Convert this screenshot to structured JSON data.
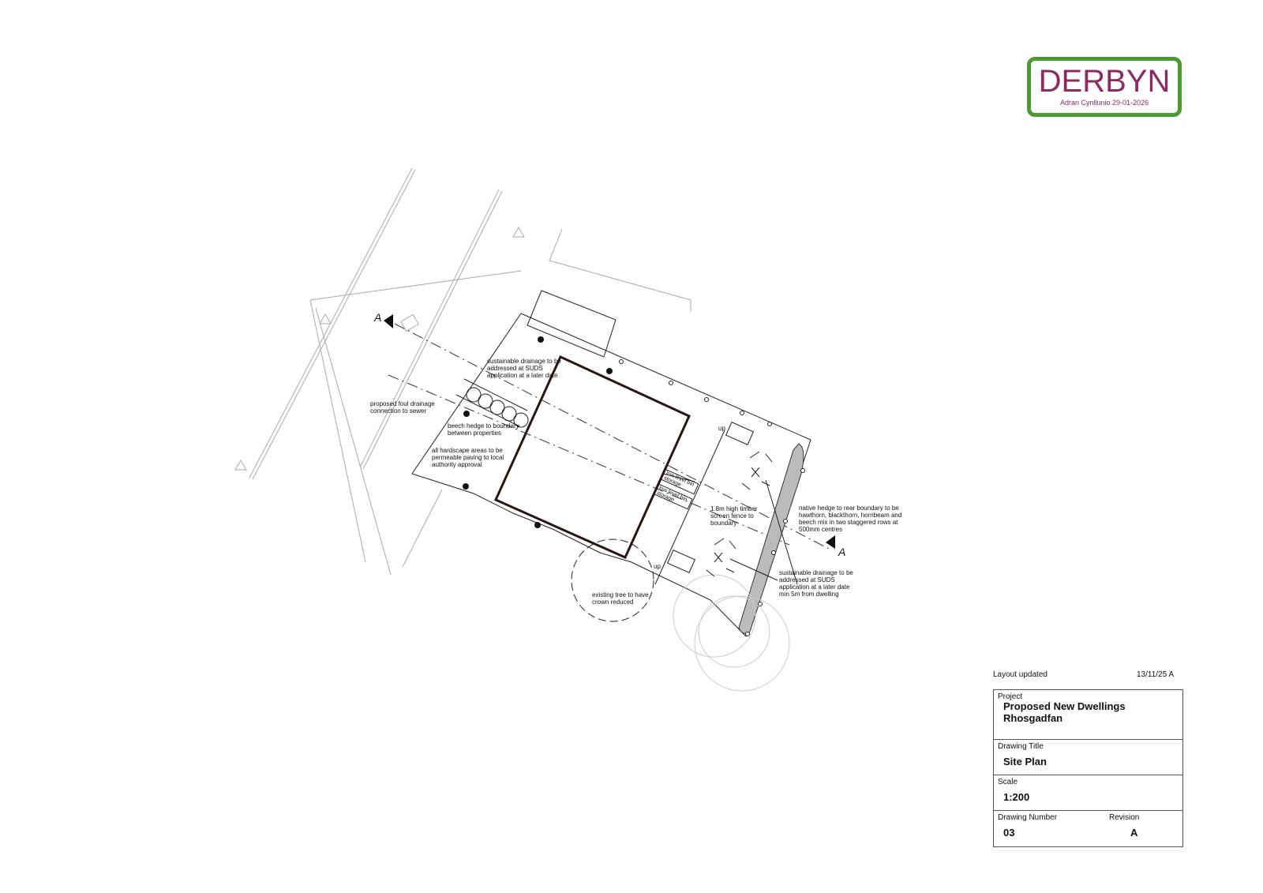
{
  "stamp": {
    "title": "DERBYN",
    "subtitle": "Adran Cynllunio 29-01-2026",
    "border_color": "#4b9a32",
    "text_color": "#8e2a5f"
  },
  "annotations": {
    "suds_top": "sustainable drainage to be\naddressed at SUDS\napplication at a later date",
    "foul_drainage": "proposed foul drainage\nconnection to sewer",
    "beech_hedge": "beech hedge to boundary\nbetween properties",
    "hardscape": "all hardscape areas to be\npermeable paving to local\nauthority approval",
    "bin_1": "low level bin\nstorage",
    "bin_2": "low level bin\nstorage",
    "fence": "1.8m high timber\nscreen fence to\nboundary",
    "native_hedge": "native hedge to rear boundary to be\nhawthorn, blackthorn, hornbeam and\nbeech mix in two staggered rows at\n500mm centres",
    "suds_rear": "sustainable drainage to be\naddressed at SUDS\napplication at a later date\nmin 5m from dwelling",
    "tree": "existing tree to have\ncrown reduced",
    "up_1": "up",
    "up_2": "up",
    "section_a_left": "A",
    "section_a_right": "A"
  },
  "revision": {
    "note": "Layout updated",
    "date_rev": "13/11/25  A"
  },
  "title_block": {
    "project_label": "Project",
    "project_value": "Proposed New Dwellings\nRhosgadfan",
    "drawing_title_label": "Drawing Title",
    "drawing_title_value": "Site Plan",
    "scale_label": "Scale",
    "scale_value": "1:200",
    "drawing_number_label": "Drawing Number",
    "drawing_number_value": "03",
    "revision_label": "Revision",
    "revision_value": "A"
  }
}
